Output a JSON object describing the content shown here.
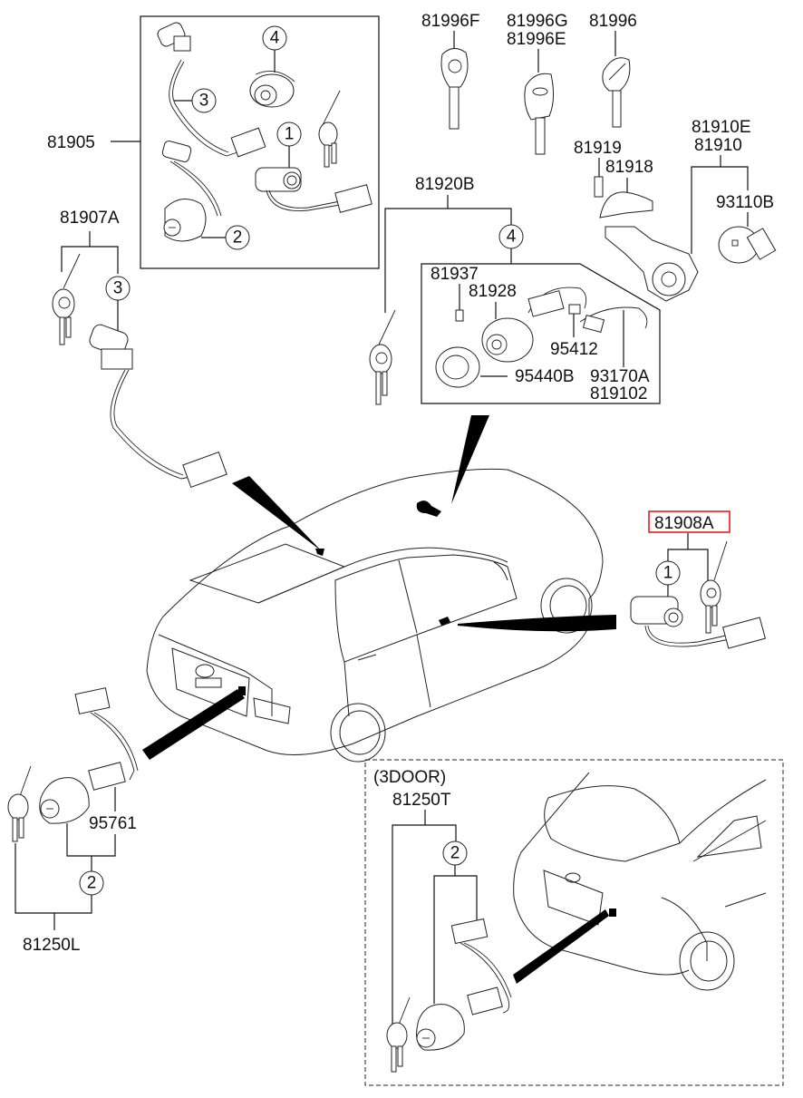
{
  "diagram": {
    "type": "exploded-parts-diagram",
    "subject": "Key and lock cylinder set",
    "highlight_color": "#e02020",
    "highlighted_part": "81908A",
    "groups": {
      "set_81905": {
        "label": "81905",
        "callouts": [
          "1",
          "2",
          "3",
          "4"
        ]
      },
      "set_81907A": {
        "label": "81907A",
        "callouts": [
          "3"
        ]
      },
      "keys": {
        "key_a": "81996F",
        "key_b_line1": "81996G",
        "key_b_line2": "81996E",
        "key_c": "81996"
      },
      "ignition_lock": {
        "label": "81920B",
        "callout": "4",
        "parts": {
          "p1": "81937",
          "p2": "81928",
          "p3": "95412",
          "p4": "95440B",
          "p5_line1": "93170A",
          "p5_line2": "819102"
        }
      },
      "steering_lock": {
        "p1": "81919",
        "p2": "81918",
        "p3_line1": "81910E",
        "p3_line2": "81910",
        "p4": "93110B"
      },
      "door_lock": {
        "label": "81908A",
        "callout": "1"
      },
      "trunk_lock": {
        "p1": "95761",
        "callout": "2",
        "label": "81250L"
      },
      "three_door": {
        "title": "(3DOOR)",
        "label": "81250T",
        "callout": "2"
      }
    }
  }
}
